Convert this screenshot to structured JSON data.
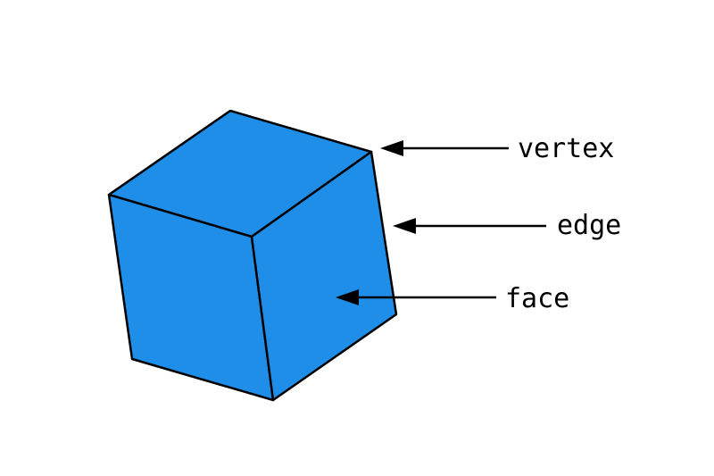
{
  "labels": {
    "vertex": "vertex",
    "edge": "edge",
    "face": "face"
  },
  "colors": {
    "cube_fill": "#1e8ee8",
    "outline": "#000000",
    "background": "#ffffff"
  }
}
